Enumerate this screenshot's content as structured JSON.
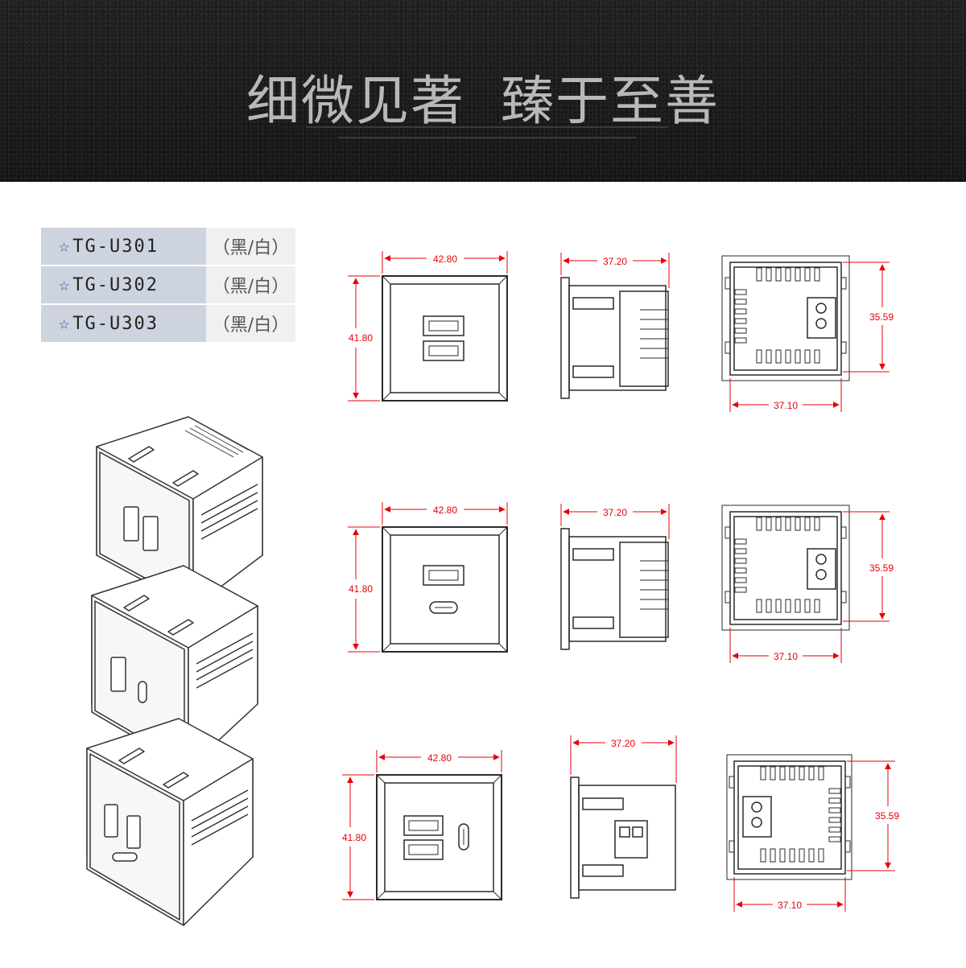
{
  "header": {
    "slogan_part1": "细微见著",
    "slogan_part2": "臻于至善"
  },
  "models": [
    {
      "star": "☆",
      "name": "TG-U301",
      "color": "（黑/白）"
    },
    {
      "star": "☆",
      "name": "TG-U302",
      "color": "（黑/白）"
    },
    {
      "star": "☆",
      "name": "TG-U303",
      "color": "（黑/白）"
    }
  ],
  "drawings": [
    {
      "front_width": "42.80",
      "front_height": "41.80",
      "side_depth": "37.20",
      "back_height": "35.59",
      "back_width": "37.10"
    },
    {
      "front_width": "42.80",
      "front_height": "41.80",
      "side_depth": "37.20",
      "back_height": "35.59",
      "back_width": "37.10"
    },
    {
      "front_width": "42.80",
      "front_height": "41.80",
      "side_depth": "37.20",
      "back_height": "35.59",
      "back_width": "37.10"
    }
  ],
  "colors": {
    "dimension": "#e8000b",
    "outline": "#2a2a2a",
    "banner": "#1a1a1a"
  }
}
